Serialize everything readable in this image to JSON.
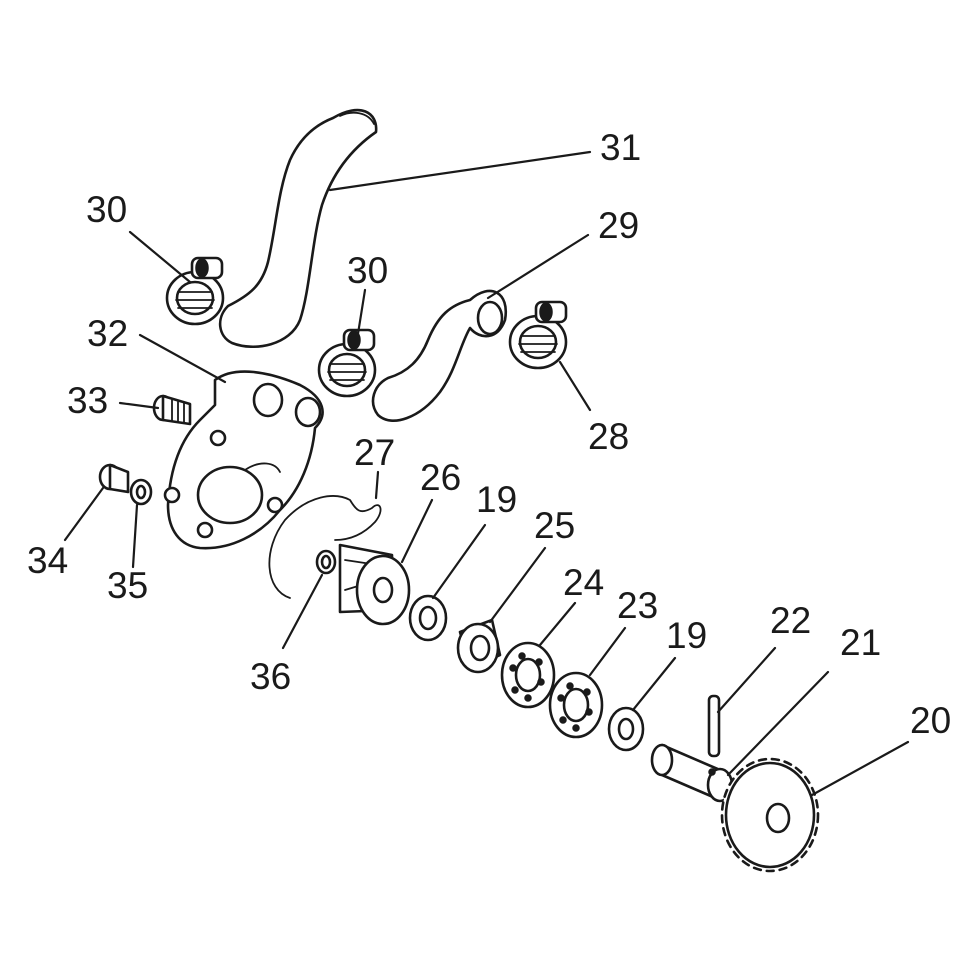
{
  "diagram": {
    "callouts": [
      {
        "id": "c31",
        "text": "31"
      },
      {
        "id": "c30a",
        "text": "30"
      },
      {
        "id": "c30b",
        "text": "30"
      },
      {
        "id": "c29",
        "text": "29"
      },
      {
        "id": "c32",
        "text": "32"
      },
      {
        "id": "c28",
        "text": "28"
      },
      {
        "id": "c33",
        "text": "33"
      },
      {
        "id": "c27",
        "text": "27"
      },
      {
        "id": "c26",
        "text": "26"
      },
      {
        "id": "c19a",
        "text": "19"
      },
      {
        "id": "c25",
        "text": "25"
      },
      {
        "id": "c34",
        "text": "34"
      },
      {
        "id": "c35",
        "text": "35"
      },
      {
        "id": "c24",
        "text": "24"
      },
      {
        "id": "c23",
        "text": "23"
      },
      {
        "id": "c19b",
        "text": "19"
      },
      {
        "id": "c22",
        "text": "22"
      },
      {
        "id": "c21",
        "text": "21"
      },
      {
        "id": "c20",
        "text": "20"
      },
      {
        "id": "c36",
        "text": "36"
      }
    ]
  }
}
